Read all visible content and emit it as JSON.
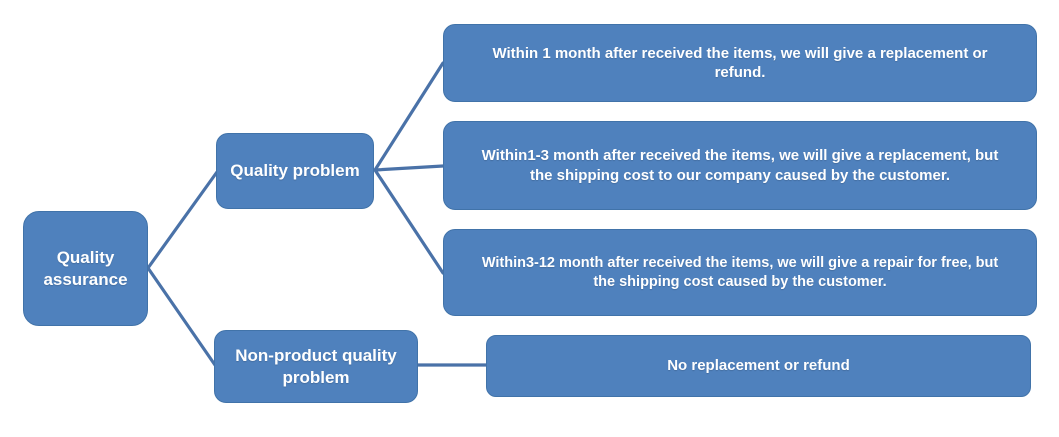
{
  "diagram": {
    "root": {
      "label": "Quality assurance"
    },
    "branches": [
      {
        "label": "Quality problem",
        "children": [
          {
            "label": "Within 1 month after received the items, we will give a replacement or refund."
          },
          {
            "label": "Within1-3 month after received the items, we will give a replacement, but the shipping cost to our company caused by the customer."
          },
          {
            "label": "Within3-12 month after received the items, we will give a repair for free, but the shipping cost caused by the customer."
          }
        ]
      },
      {
        "label": "Non-product quality problem",
        "children": [
          {
            "label": "No replacement or refund"
          }
        ]
      }
    ],
    "colors": {
      "background": "#ffffff",
      "box_fill": "#4f81bd",
      "box_border": "#4173a9",
      "connector": "#4a72a8",
      "text": "#ffffff"
    }
  }
}
